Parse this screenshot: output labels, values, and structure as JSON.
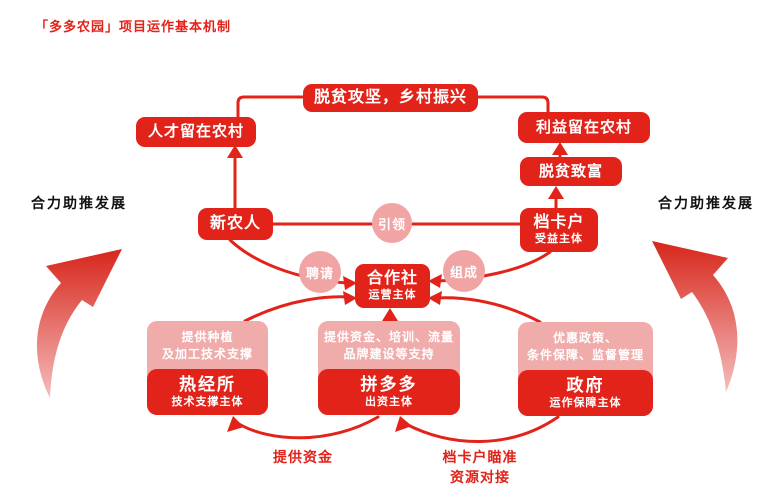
{
  "title": "「多多农园」项目运作基本机制",
  "side_labels": {
    "left": "合力助推发展",
    "right": "合力助推发展"
  },
  "nodes": {
    "goal": "脱贫攻坚，乡村振兴",
    "talent": "人才留在农村",
    "benefit": "利益留在农村",
    "wealth": "脱贫致富",
    "new_farmer": "新农人",
    "dangkahu": {
      "name": "档卡户",
      "role": "受益主体"
    },
    "cooperative": {
      "name": "合作社",
      "role": "运营主体"
    }
  },
  "edge_labels": {
    "lead": "引领",
    "hire": "聘请",
    "form": "组成",
    "fund": "提供资金",
    "target_line1": "档卡户瞄准",
    "target_line2": "资源对接"
  },
  "support_boxes": [
    {
      "note1": "提供种植",
      "note2": "及加工技术支撑",
      "name": "热经所",
      "role": "技术支撑主体"
    },
    {
      "note1": "提供资金、培训、流量",
      "note2": "品牌建设等支持",
      "name": "拼多多",
      "role": "出资主体"
    },
    {
      "note1": "优惠政策、",
      "note2": "条件保障、监督管理",
      "name": "政府",
      "role": "运作保障主体"
    }
  ],
  "colors": {
    "red": "#e2231a",
    "pink": "#f0a4a4",
    "panel_pink": "#f0abab",
    "text_dark": "#111111"
  }
}
